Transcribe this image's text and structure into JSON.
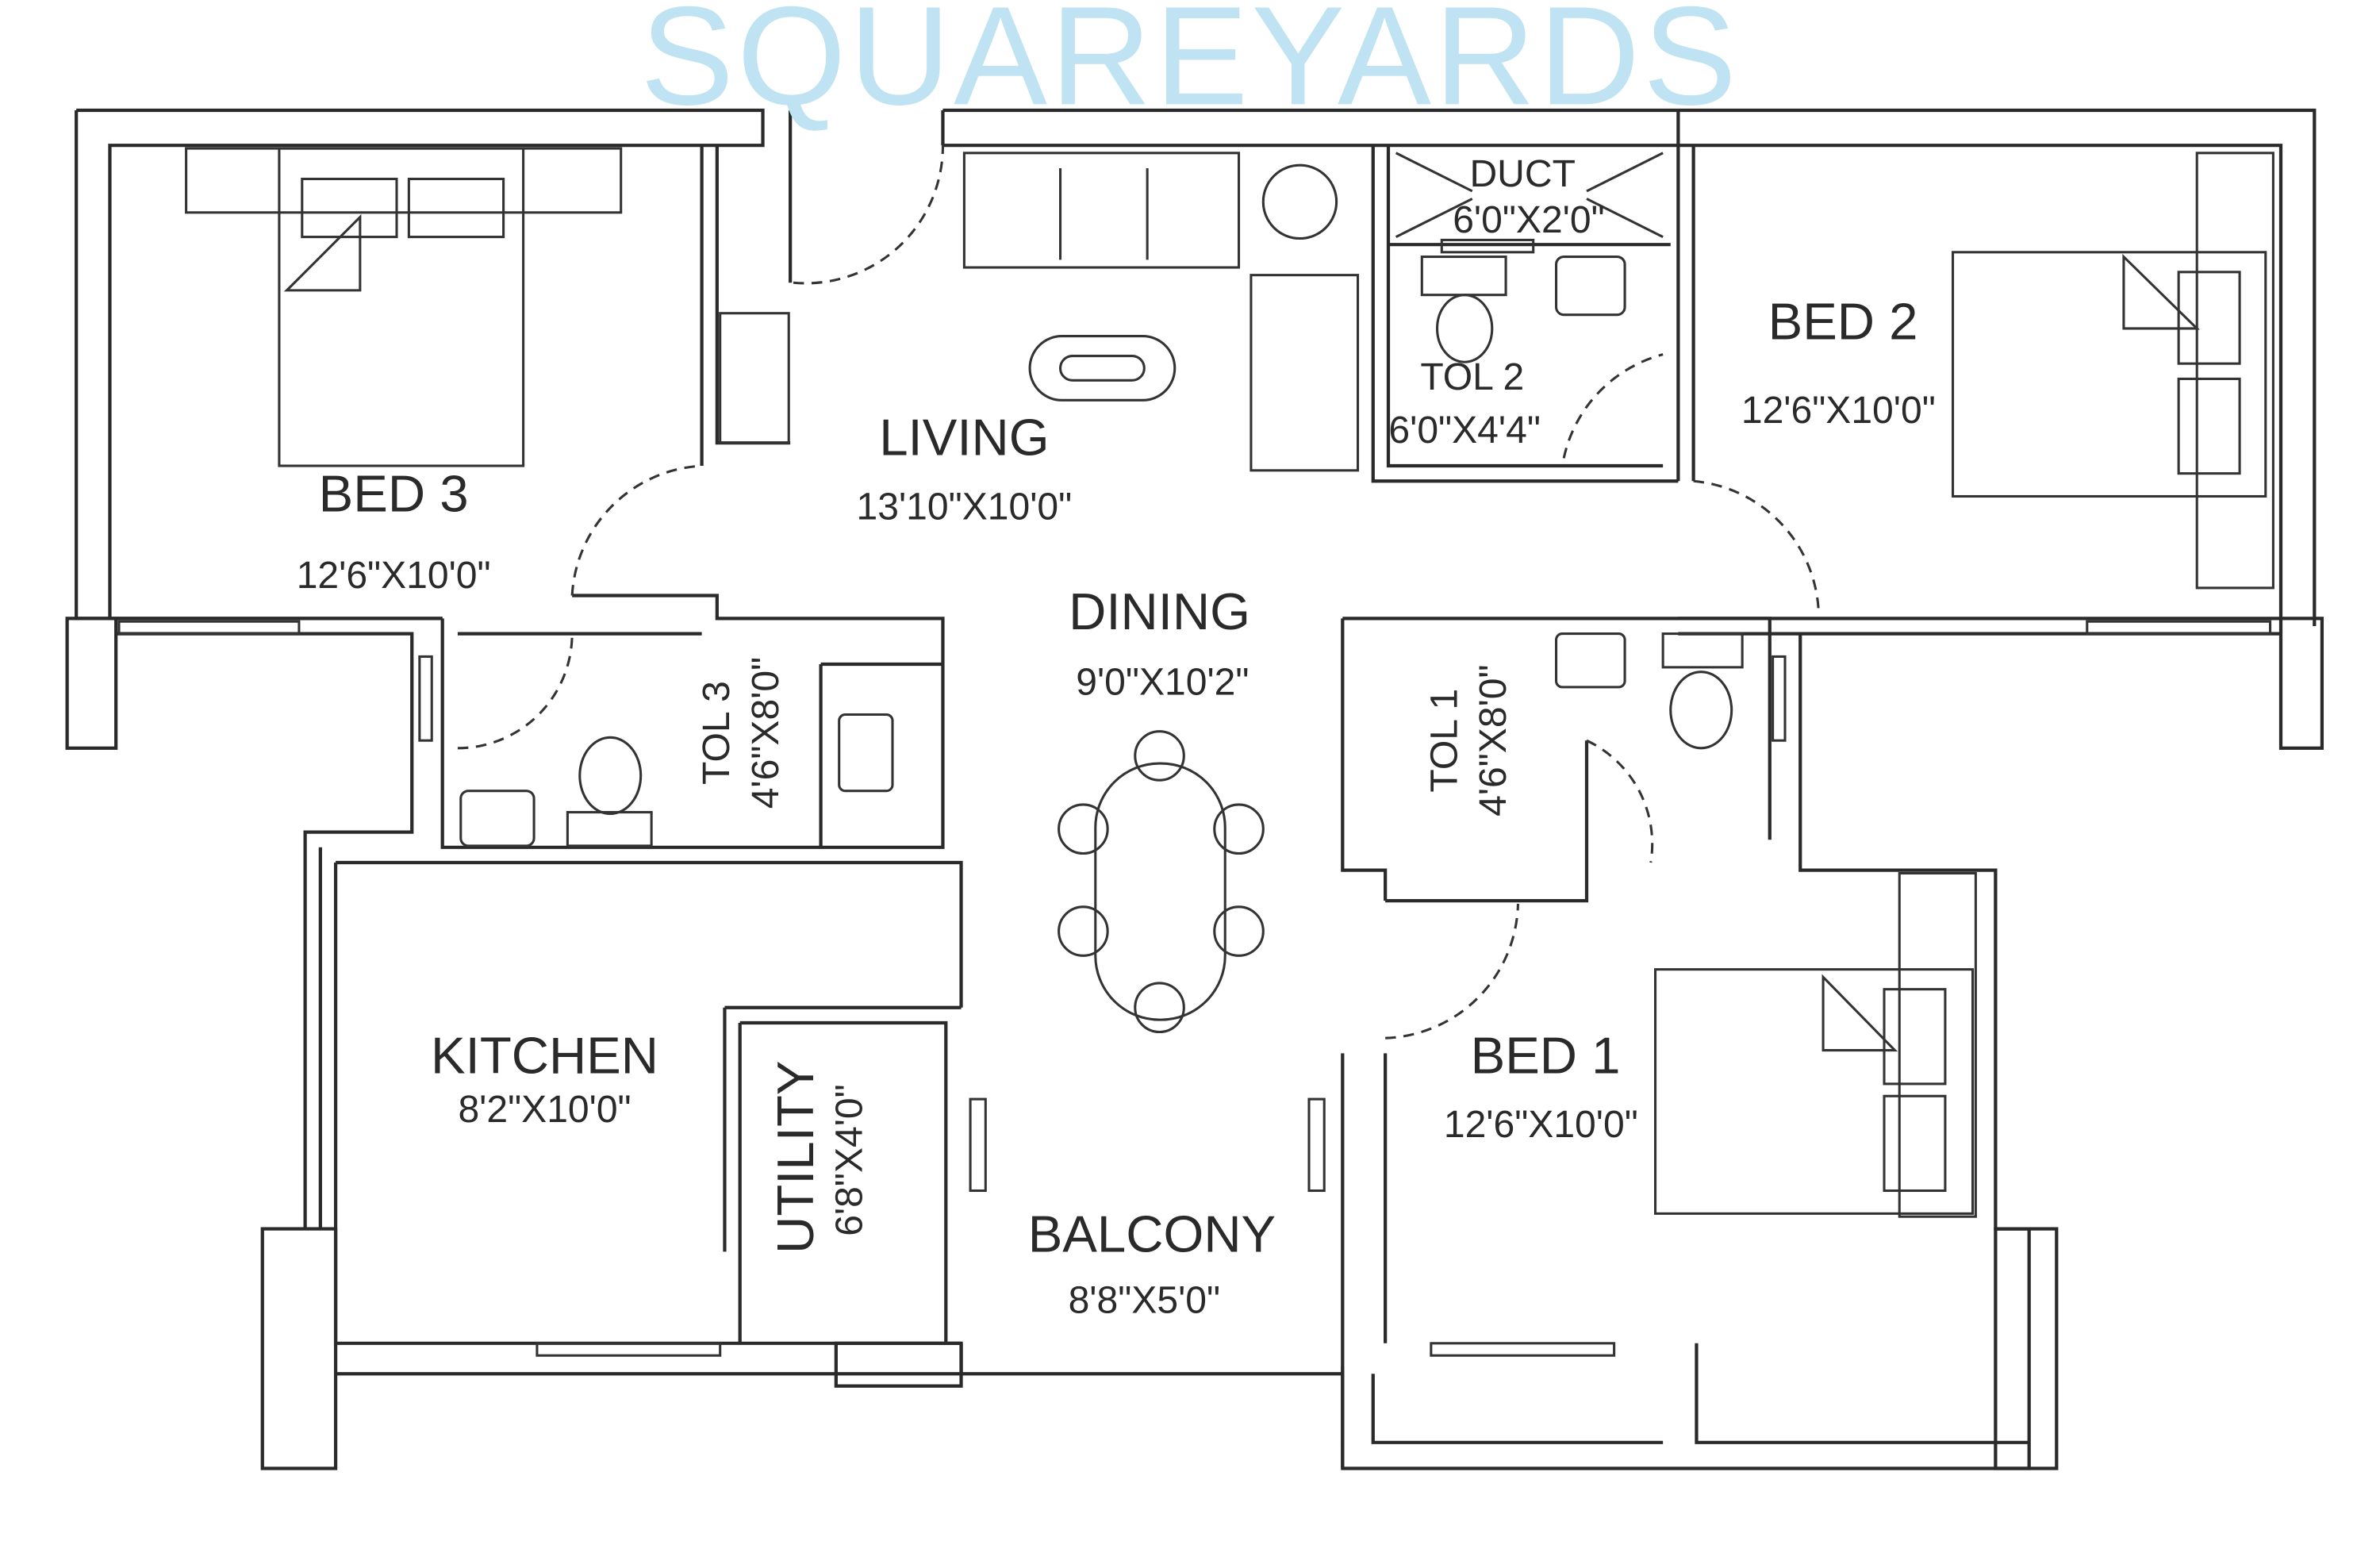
{
  "watermark": "SQUAREYARDS",
  "colors": {
    "lines": "#2a2a2a",
    "watermark": "#bfe3f2",
    "background": "#ffffff"
  },
  "rooms": {
    "bed3": {
      "name": "BED 3",
      "size": "12'6\"X10'0\""
    },
    "living": {
      "name": "LIVING",
      "size": "13'10\"X10'0\""
    },
    "duct": {
      "name": "DUCT",
      "size": "6'0\"X2'0\""
    },
    "tol2": {
      "name": "TOL 2",
      "size": "6'0\"X4'4\""
    },
    "bed2": {
      "name": "BED 2",
      "size": "12'6\"X10'0\""
    },
    "dining": {
      "name": "DINING",
      "size": "9'0\"X10'2\""
    },
    "tol3": {
      "name": "TOL 3",
      "size": "4'6\"X8'0\""
    },
    "tol1": {
      "name": "TOL 1",
      "size": "4'6\"X8'0\""
    },
    "kitchen": {
      "name": "KITCHEN",
      "size": "8'2\"X10'0\""
    },
    "utility": {
      "name": "UTILITY",
      "size": "6'8\"X4'0\""
    },
    "balcony": {
      "name": "BALCONY",
      "size": "8'8\"X5'0\""
    },
    "bed1": {
      "name": "BED 1",
      "size": "12'6\"X10'0\""
    }
  }
}
